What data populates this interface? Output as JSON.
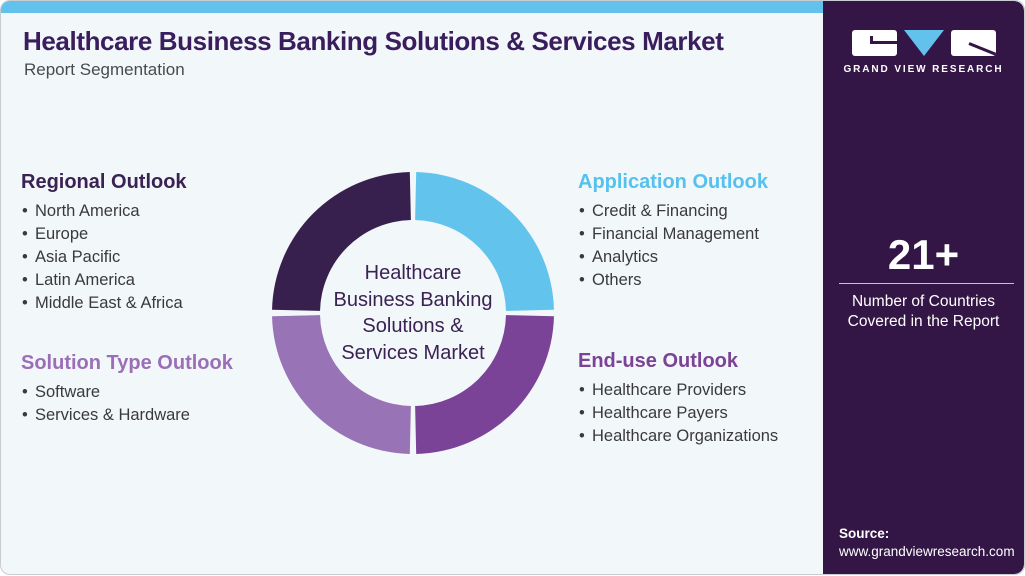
{
  "header": {
    "title": "Healthcare Business Banking Solutions & Services Market",
    "subtitle": "Report Segmentation"
  },
  "sections": {
    "regional": {
      "title": "Regional Outlook",
      "color": "#3A2353",
      "items": [
        "North America",
        "Europe",
        "Asia Pacific",
        "Latin America",
        "Middle East & Africa"
      ]
    },
    "solution_type": {
      "title": "Solution Type Outlook",
      "color": "#9B6FB8",
      "items": [
        "Software",
        "Services & Hardware"
      ]
    },
    "application": {
      "title": "Application Outlook",
      "color": "#54C1EF",
      "items": [
        "Credit & Financing",
        "Financial Management",
        "Analytics",
        "Others"
      ]
    },
    "end_use": {
      "title": "End-use Outlook",
      "color": "#7B4397",
      "items": [
        "Healthcare Providers",
        "Healthcare Payers",
        "Healthcare Organizations"
      ]
    }
  },
  "donut": {
    "type": "donut",
    "center_label": "Healthcare\nBusiness Banking\nSolutions &\nServices Market",
    "segments": [
      {
        "name": "application",
        "value": 25,
        "color": "#62C3ED"
      },
      {
        "name": "end-use",
        "value": 25,
        "color": "#7B4397"
      },
      {
        "name": "solution-type",
        "value": 25,
        "color": "#9874B6"
      },
      {
        "name": "regional",
        "value": 25,
        "color": "#38204E"
      }
    ]
  },
  "sidebar": {
    "logo_wordmark": "GRAND VIEW RESEARCH",
    "logo_accent_color": "#62C2ED",
    "background_color": "#341646",
    "stat_value": "21+",
    "stat_label": "Number of Countries\nCovered in the Report",
    "source_label": "Source:",
    "source_url": "www.grandviewresearch.com"
  },
  "theme": {
    "top_bar_color": "#62C2ED",
    "main_background": "#F2F7FA",
    "title_color": "#3A1D5D",
    "body_text_color": "#3A3A3A"
  }
}
